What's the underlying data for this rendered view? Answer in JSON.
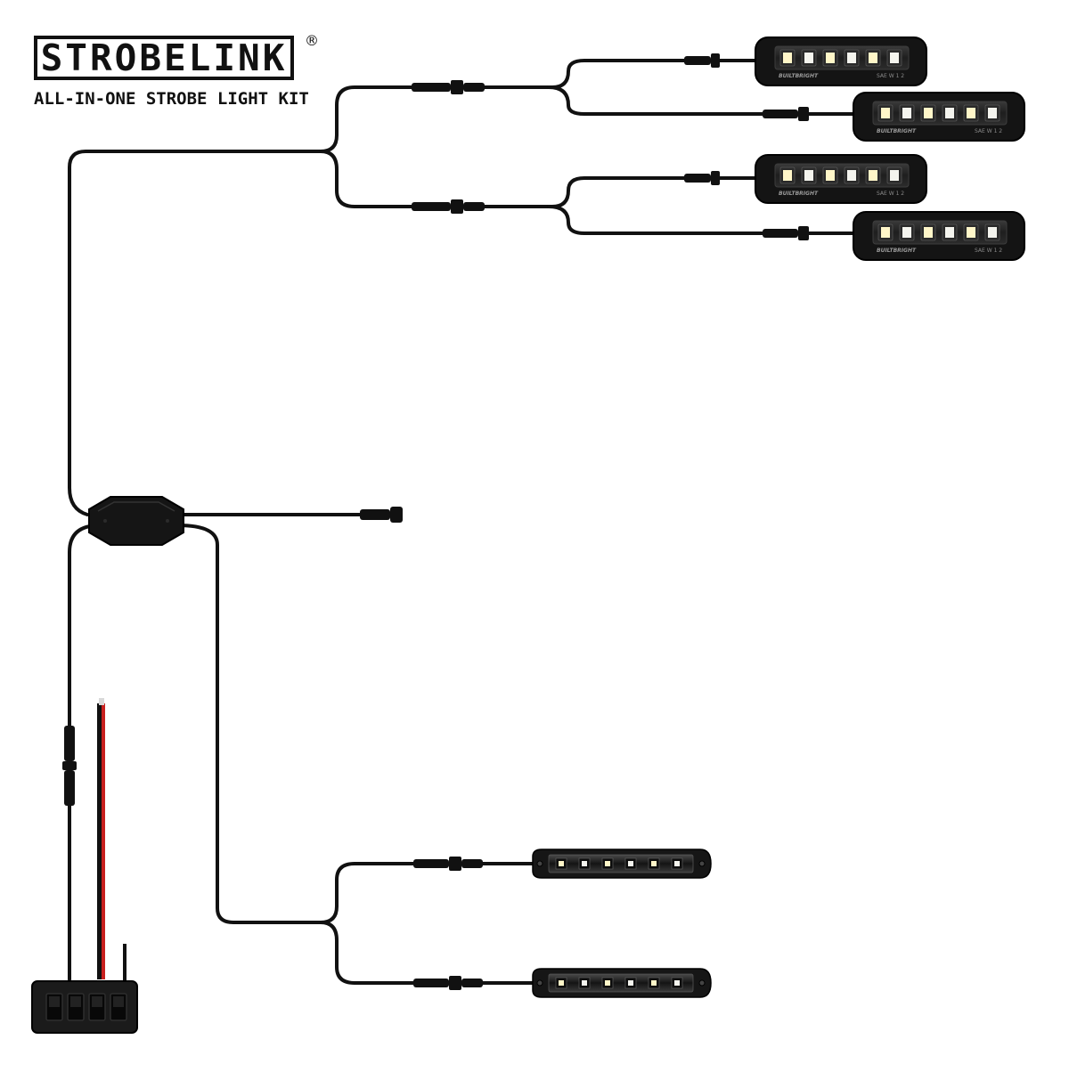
{
  "brand": {
    "name": "STROBELINK",
    "registered_mark": "®",
    "tagline": "ALL-IN-ONE STROBE LIGHT KIT"
  },
  "light_marks": {
    "maker": "BUILTBRIGHT",
    "cert": "SAE W 1 2"
  },
  "components": {
    "surface_lights": 4,
    "bar_lights": 2,
    "control_module": 1,
    "switch_panel_rocker_switches": 4
  },
  "colors": {
    "cable": "#111111",
    "housing": "#151515",
    "led_white": "#f4f4ee",
    "led_amber": "#fff6c8",
    "power_wire_red": "#c8201e"
  }
}
